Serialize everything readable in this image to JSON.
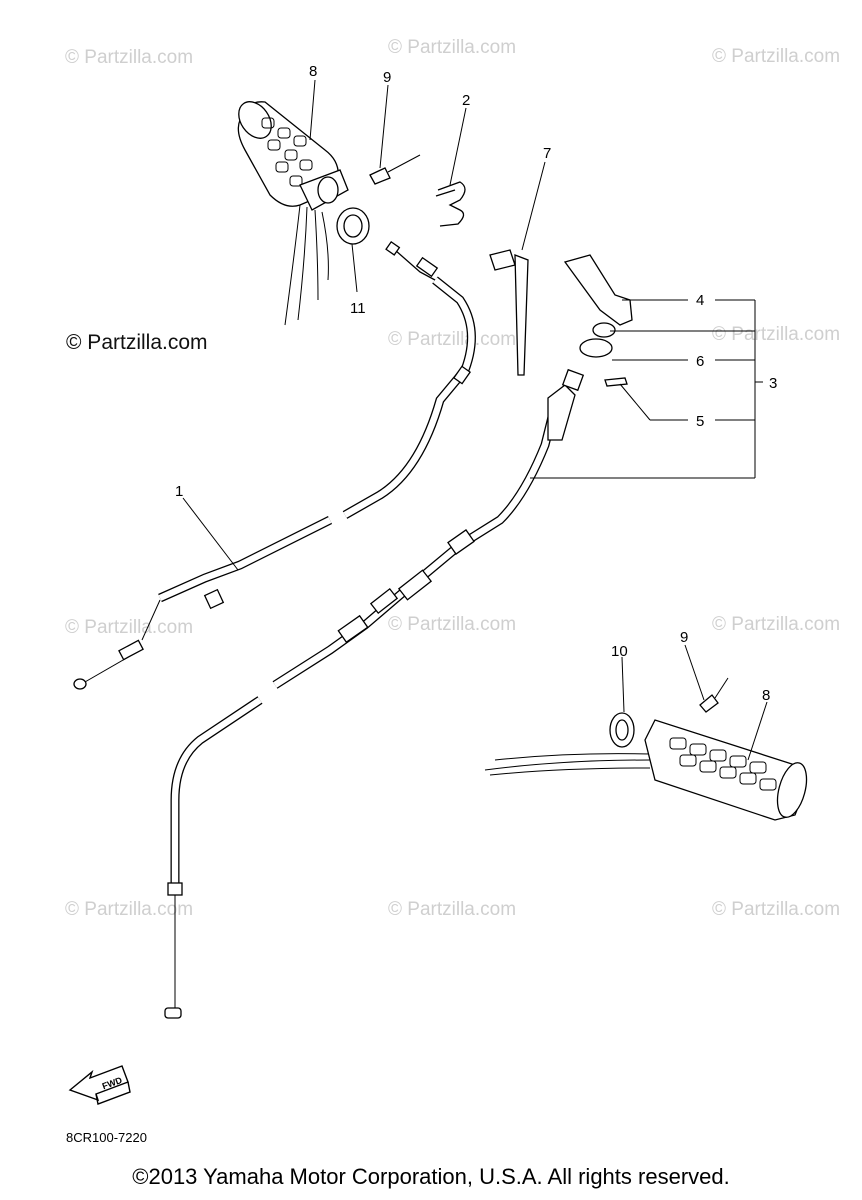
{
  "watermark": {
    "text": "© Partzilla.com",
    "main_text": "© Partzilla.com"
  },
  "callouts": [
    "1",
    "2",
    "3",
    "4",
    "5",
    "6",
    "7",
    "8",
    "9",
    "10",
    "11"
  ],
  "fwd_label": "FWD",
  "part_code": "8CR100-7220",
  "copyright": "©2013 Yamaha Motor Corporation, U.S.A. All rights reserved."
}
